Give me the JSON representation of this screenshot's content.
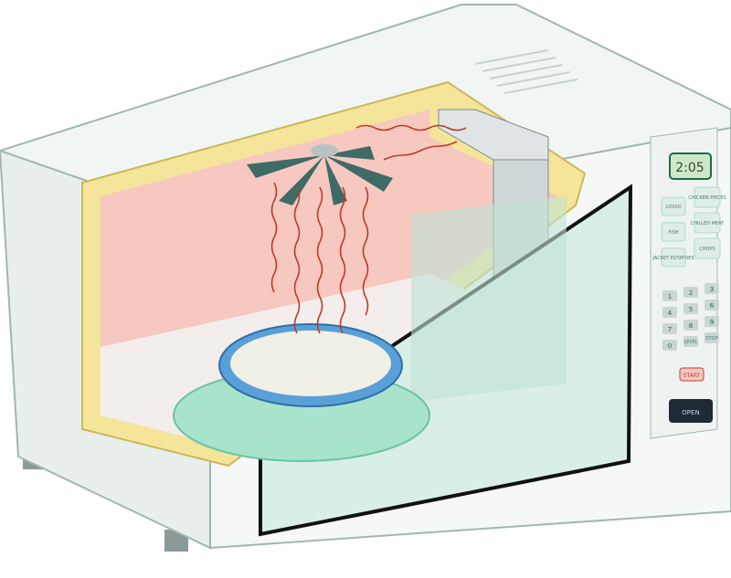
{
  "display": {
    "time": "2:05"
  },
  "presets": [
    "LIQUID",
    "CHICKEN PIECES",
    "FISH",
    "CHILLED MEAT",
    "JACKET POTATOES",
    "CHOPS"
  ],
  "keypad": [
    "1",
    "2",
    "3",
    "4",
    "5",
    "6",
    "7",
    "8",
    "9",
    "0",
    "LEVEL",
    "STOP"
  ],
  "buttons": {
    "start": "START",
    "open": "OPEN"
  },
  "colors": {
    "body": "#eef3f1",
    "cavity": "#f6c8c0",
    "insulation": "#f4e59a",
    "trim": "#bfe3d6",
    "waves": "#c0392b"
  }
}
